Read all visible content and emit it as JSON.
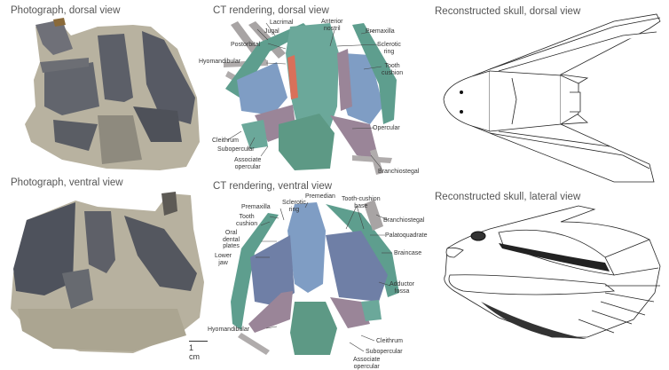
{
  "panels": {
    "photo_dorsal": {
      "title": "Photograph, dorsal view"
    },
    "photo_ventral": {
      "title": "Photograph, ventral view"
    },
    "ct_dorsal": {
      "title": "CT rendering, dorsal view",
      "labels": {
        "lacrimal": "Lacrimal",
        "jugal": "Jugal",
        "anterior_nostril_1": "Anterior",
        "anterior_nostril_2": "nostril",
        "premaxilla": "Premaxilla",
        "postorbital": "Postorbital",
        "sclerotic_ring_1": "Sclerotic",
        "sclerotic_ring_2": "ring",
        "hyomandibular": "Hyomandibular",
        "tooth_cushion_1": "Tooth",
        "tooth_cushion_2": "cushion",
        "opercular": "Opercular",
        "cleithrum": "Cleithrum",
        "subopercular": "Subopercular",
        "associate_opercular_1": "Associate",
        "associate_opercular_2": "opercular",
        "branchiostegal": "Branchiostegal"
      }
    },
    "ct_ventral": {
      "title": "CT rendering, ventral view",
      "labels": {
        "premedian": "Premedian",
        "tooth_cushion_base_1": "Tooth-cushion",
        "tooth_cushion_base_2": "base",
        "premaxilla": "Premaxilla",
        "sclerotic_ring_1": "Sclerotic",
        "sclerotic_ring_2": "ring",
        "tooth_cushion_1": "Tooth",
        "tooth_cushion_2": "cushion",
        "branchiostegal": "Branchiostegal",
        "oral_dental_plates_1": "Oral",
        "oral_dental_plates_2": "dental",
        "oral_dental_plates_3": "plates",
        "palatoquadrate": "Palatoquadrate",
        "lower_jaw_1": "Lower",
        "lower_jaw_2": "jaw",
        "braincase": "Braincase",
        "adductor_fossa_1": "Adductor",
        "adductor_fossa_2": "fossa",
        "hyomandibular": "Hyomandibular",
        "cleithrum": "Cleithrum",
        "subopercular": "Subopercular",
        "associate_opercular_1": "Associate",
        "associate_opercular_2": "opercular"
      }
    },
    "recon_dorsal": {
      "title": "Reconstructed skull, dorsal view"
    },
    "recon_lateral": {
      "title": "Reconstructed skull, lateral view"
    }
  },
  "scale_bar": {
    "label": "1 cm"
  },
  "colors": {
    "ct_green": "#5e9e8e",
    "ct_blue": "#7f9dc4",
    "ct_purple": "#9a8598",
    "ct_red": "#d9705a",
    "ct_grey": "#a8a4a4",
    "fossil_dark": "#4a4e56",
    "fossil_matrix": "#b9b4a2"
  }
}
